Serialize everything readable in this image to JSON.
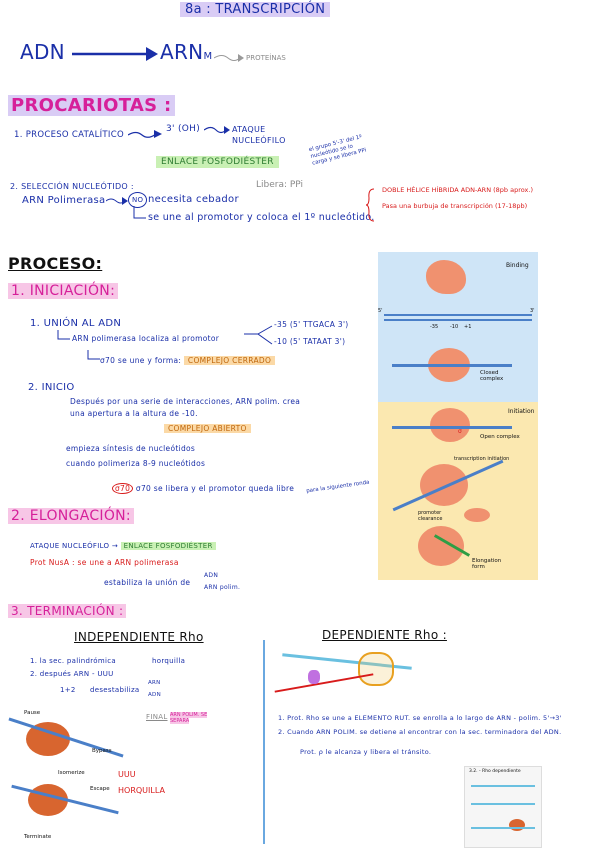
{
  "title": "8a : TRANSCRIPCIÓN",
  "header": {
    "adn": "ADN",
    "arn": "ARN",
    "arn_sub": "M",
    "proteinas": "PROTEÍNAS"
  },
  "procariotas": {
    "heading": "PROCARIOTAS :",
    "p1_label": "1. PROCESO CATALÍTICO",
    "p1_result": "3' (OH)",
    "p1_ataque": "ATAQUE NUCLEÓFILO",
    "enlace": "ENLACE FOSFODIÉSTER",
    "liberа": "Libera: PPi",
    "grupo_note": "el grupo 5'-3' del 1º nucleótido se lo carga y se libera PPi",
    "p2_label": "2. SELECCIÓN NUCLEÓTIDO :",
    "arn_pol": "ARN Polimerasa",
    "no": "NO",
    "cebador": "necesita cebador",
    "promotor": "se une al promotor y coloca el 1º nucleótido.",
    "doble_helice": "DOBLE HÉLICE HÍBRIDA ADN-ARN (8pb aprox.)",
    "burbuja": "Pasa una burbuja de transcripción (17-18pb)"
  },
  "proceso": {
    "heading": "PROCESO:",
    "iniciacion": "1. INICIACIÓN:",
    "union": "1. UNIÓN AL ADN",
    "arn_pol_localiza": "ARN polimerasa localiza al promotor",
    "m35": "-35 (5' TTGACA 3')",
    "m10": "-10 (5' TATAAT 3')",
    "sigma_une": "σ70 se une y forma:",
    "complejo_cerrado": "COMPLEJO CERRADO",
    "inicio": "2. INICIO",
    "despues": "Después por una serie de interacciones, ARN polim. crea una apertura a la altura de -10.",
    "complejo_abierto": "COMPLEJO ABIERTO",
    "empieza": "empieza síntesis de nucleótidos",
    "cuando": "cuando polimeriza 8-9 nucleótidos",
    "sigma_libera": "σ70 se libera y el promotor queda libre",
    "sigma_note": "para la siguiente ronda",
    "elongacion": "2. ELONGACIÓN:",
    "ataque": "ATAQUE NUCLEÓFILO",
    "enlace2": "ENLACE FOSFODIÉSTER",
    "prot_nusa": "Prot NusA : se une a ARN polimerasa",
    "estabiliza": "estabiliza la unión de",
    "adn_w": "ADN",
    "arn_pol_w": "ARN polim."
  },
  "terminacion": {
    "heading": "3. TERMINACIÓN :",
    "independiente": "INDEPENDIENTE Rho",
    "dependiente": "DEPENDIENTE Rho :",
    "ind1": "1. la sec. palindrómica",
    "horquilla": "horquilla",
    "ind2": "2. después ARN - UUU",
    "ind3": "1+2",
    "desestabiliza": "desestabiliza",
    "arn_w": "ARN",
    "adn_w": "ADN",
    "final": "FINAL",
    "arn_pol_se_separa": "ARN POLIM. SE SEPARA",
    "dep1": "1. Prot. Rho se une a ELEMENTO RUT. se enrolla a lo largo de ARN - polim. 5'→3'",
    "dep2": "2. Cuando ARN POLIM. se detiene al encontrar con la sec. terminadora del ADN.",
    "dep3": "Prot. ρ le alcanza y libera el tránsito.",
    "pause": "Pause",
    "bypass": "Bypass",
    "isomerize": "Isomerize",
    "escape": "Escape",
    "terminate": "Terminate",
    "uuu": "UUU",
    "horquilla_red": "HORQUILLA",
    "dep_fig_title": "3.2. - Rho dependiente"
  },
  "figure": {
    "binding": "Binding",
    "closed": "Closed complex",
    "initiation": "Initiation",
    "open": "Open complex",
    "transcription_initiation": "transcription initiation",
    "promoter_clearance": "promoter clearance",
    "elongation": "Elongation form",
    "m35": "-35",
    "m10": "-10",
    "p1": "+1",
    "five": "5'",
    "three": "3'",
    "sigma": "σ"
  },
  "colors": {
    "navy": "#1a2fa8",
    "pink": "#d6209a",
    "fig_blue": "#cfe5f7",
    "fig_yellow": "#fbe8b0"
  }
}
